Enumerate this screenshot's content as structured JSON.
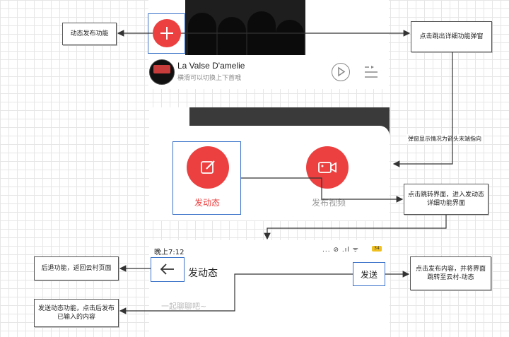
{
  "player": {
    "song_title": "La Valse D'amelie",
    "song_subtitle": "横滑可以切换上下首哦"
  },
  "sheet": {
    "post_label": "发动态",
    "video_label": "发布视频"
  },
  "compose": {
    "status_time": "晚上7:12",
    "status_icons": "... ⊘ .ıl ᯤ",
    "battery": "34",
    "title": "发动态",
    "send_label": "发送",
    "placeholder": "一起聊聊吧~"
  },
  "annotations": {
    "publish_feature": "动态发布功能",
    "click_popup": "点击跳出详细功能弹窗",
    "popup_display": "弹窗显示情况为箭头末端指向",
    "click_jump": "点击跳转界面，进入发动态详细功能界面",
    "back_feature": "后退功能，返回云村页面",
    "send_feature": "发送动态功能，点击后发布已输入的内容",
    "click_publish": "点击发布内容，并将界面跳转至云村-动态"
  },
  "colors": {
    "accent_red": "#ec4040",
    "highlight_blue": "#3b73c9",
    "connector": "#333333"
  }
}
